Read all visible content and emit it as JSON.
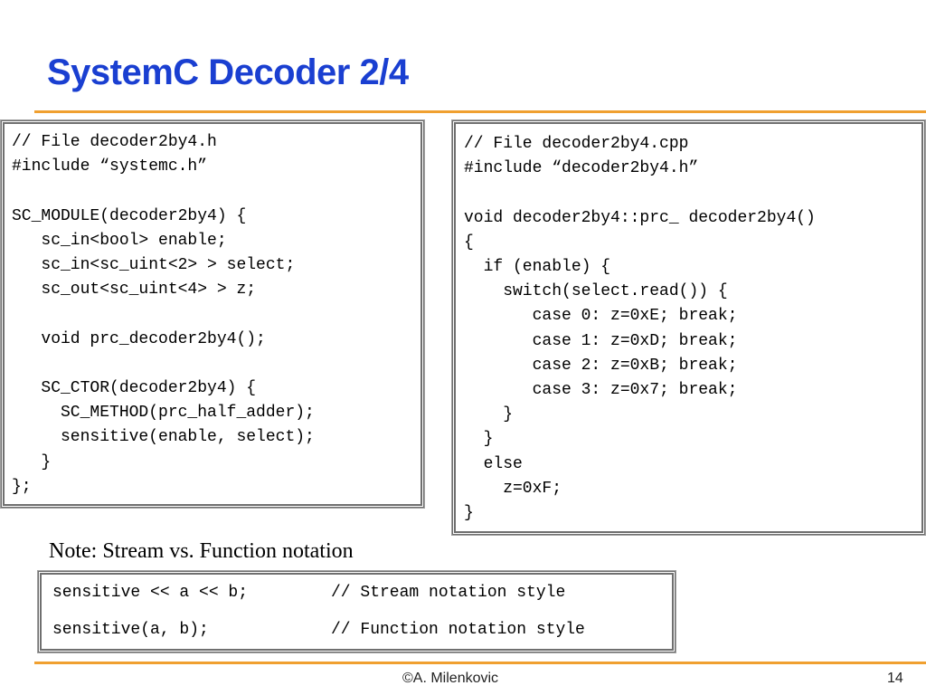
{
  "slide": {
    "title": "SystemC Decoder 2/4",
    "accent_color": "#f0a030",
    "title_color": "#1a3fd1"
  },
  "header_code": "// File decoder2by4.h\n#include “systemc.h”\n\nSC_MODULE(decoder2by4) {\n   sc_in<bool> enable;\n   sc_in<sc_uint<2> > select;\n   sc_out<sc_uint<4> > z;\n\n   void prc_decoder2by4();\n\n   SC_CTOR(decoder2by4) {\n     SC_METHOD(prc_half_adder);\n     sensitive(enable, select);\n   }\n};",
  "cpp_code": "// File decoder2by4.cpp\n#include “decoder2by4.h”\n\nvoid decoder2by4::prc_ decoder2by4()\n{\n  if (enable) {\n    switch(select.read()) {\n       case 0: z=0xE; break;\n       case 1: z=0xD; break;\n       case 2: z=0xB; break;\n       case 3: z=0x7; break;\n    }\n  }\n  else\n    z=0xF;\n}",
  "note": {
    "heading": "Note: Stream vs. Function notation",
    "rows": [
      {
        "code": "sensitive << a << b;",
        "comment": "// Stream notation style"
      },
      {
        "code": "sensitive(a, b);",
        "comment": "// Function notation style"
      }
    ]
  },
  "footer": {
    "author": "©A. Milenkovic",
    "page": "14"
  }
}
